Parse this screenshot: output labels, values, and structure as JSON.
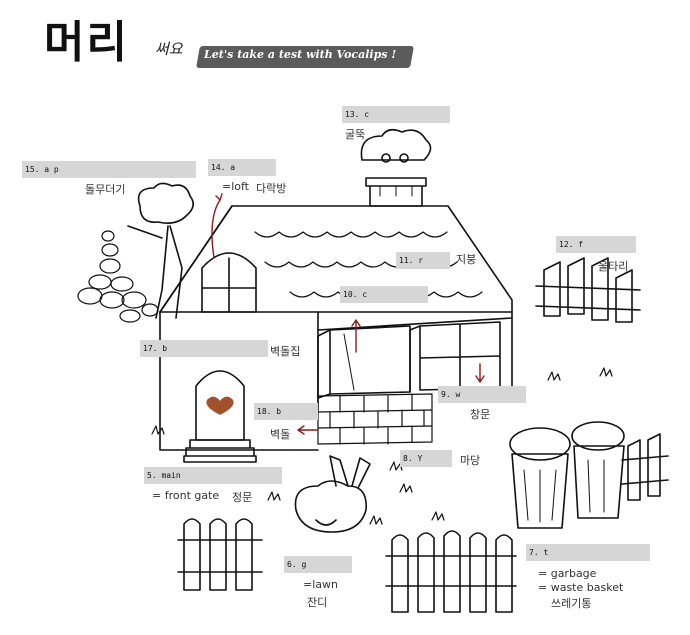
{
  "header": {
    "title": "머리",
    "subtitle": "써요",
    "banner_text": "Let's take a test with Vocalips !"
  },
  "questions": [
    {
      "id": "q13",
      "number": "13. c",
      "kr": "굴뚝"
    },
    {
      "id": "q15",
      "number": "15. a p",
      "kr": "돌무더기"
    },
    {
      "id": "q14",
      "number": "14. a",
      "en": "=loft",
      "kr": "다락방"
    },
    {
      "id": "q12",
      "number": "12. f",
      "kr": "울타리"
    },
    {
      "id": "q11",
      "number": "11. r",
      "kr": "지붕"
    },
    {
      "id": "q10",
      "number": "10. c"
    },
    {
      "id": "q17",
      "number": "17. b",
      "kr": "벽돌집"
    },
    {
      "id": "q9",
      "number": "9. w",
      "kr": "창문"
    },
    {
      "id": "q18",
      "number": "18. b",
      "kr": "벽돌"
    },
    {
      "id": "q8",
      "number": "8. Y",
      "kr": "마당"
    },
    {
      "id": "q5",
      "number": "5. main",
      "en": "= front gate",
      "kr": "정문"
    },
    {
      "id": "q6",
      "number": "6. g",
      "en": "=lawn",
      "kr": "잔디"
    },
    {
      "id": "q7",
      "number": "7. t",
      "en1": "= garbage",
      "en2": "= waste basket",
      "kr": "쓰레기통"
    }
  ],
  "colors": {
    "answer_box": "#d6d6d6",
    "arrow": "#8b1a1a",
    "heart": "#a0522d",
    "ink": "#111111"
  }
}
